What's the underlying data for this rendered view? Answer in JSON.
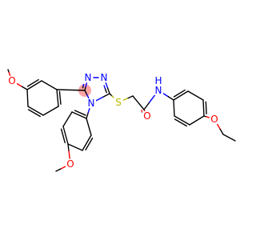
{
  "molecule": {
    "atom_labels": {
      "O_methoxy_left": "O",
      "O_methoxy_bottom": "O",
      "N3": "N",
      "N2": "N",
      "N4": "N",
      "S": "S",
      "O_carbonyl": "O",
      "N_amide": "N",
      "H_amide": "H",
      "O_ethoxy": "O"
    },
    "colors": {
      "carbon": "#000000",
      "nitrogen": "#0000ff",
      "oxygen": "#ff0000",
      "sulfur": "#b8b800",
      "highlight": "#ff9999"
    }
  }
}
